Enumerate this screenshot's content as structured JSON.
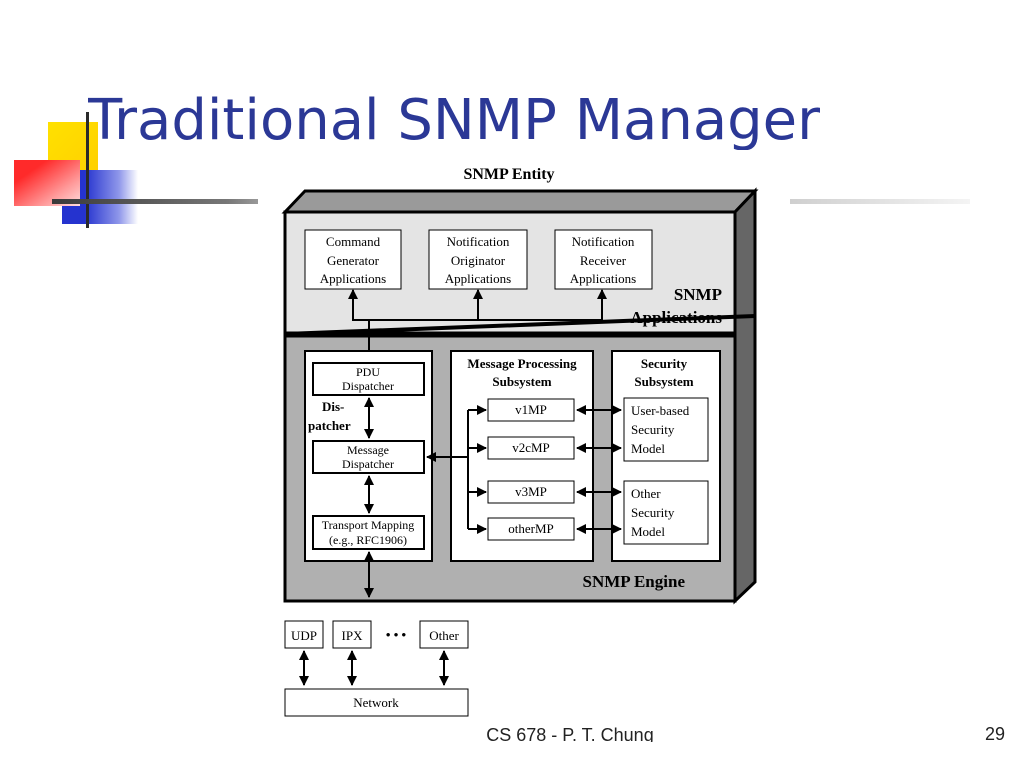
{
  "slide": {
    "title": "Traditional SNMP Manager",
    "footer": "CS 678 - P. T. Chung",
    "page_number": "29"
  },
  "diagram": {
    "entity_label": "SNMP Entity",
    "applications": {
      "label_line1": "SNMP",
      "label_line2": "Applications",
      "boxes": [
        {
          "lines": [
            "Command",
            "Generator",
            "Applications"
          ]
        },
        {
          "lines": [
            "Notification",
            "Originator",
            "Applications"
          ]
        },
        {
          "lines": [
            "Notification",
            "Receiver",
            "Applications"
          ]
        }
      ]
    },
    "engine": {
      "label": "SNMP Engine",
      "dispatcher": {
        "label_line1": "Dis-",
        "label_line2": "patcher",
        "pdu": [
          "PDU",
          "Dispatcher"
        ],
        "message": [
          "Message",
          "Dispatcher"
        ],
        "transport": [
          "Transport Mapping",
          "(e.g., RFC1906)"
        ]
      },
      "mp": {
        "title_line1": "Message Processing",
        "title_line2": "Subsystem",
        "models": [
          "v1MP",
          "v2cMP",
          "v3MP",
          "otherMP"
        ]
      },
      "security": {
        "title_line1": "Security",
        "title_line2": "Subsystem",
        "user_based": [
          "User-based",
          "Security",
          "Model"
        ],
        "other": [
          "Other",
          "Security",
          "Model"
        ]
      }
    },
    "transports": {
      "udp": "UDP",
      "ipx": "IPX",
      "dots": "• • •",
      "other": "Other"
    },
    "network": "Network"
  }
}
